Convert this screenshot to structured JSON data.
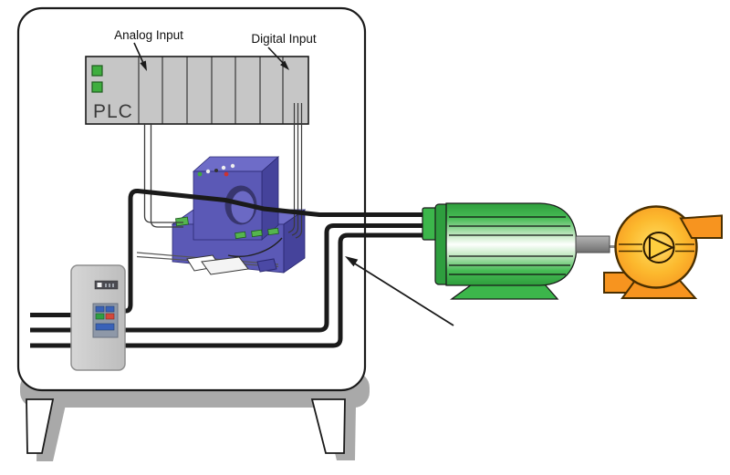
{
  "labels": {
    "analog_input": "Analog Input",
    "digital_input": "Digital Input",
    "plc": "PLC"
  },
  "components": {
    "cabinet": "control cabinet on legs",
    "plc_rack": "PLC rack with 8 slots",
    "current_sensor": "blue current transducer with through-ring",
    "drive": "gray motor starter / drive with keypad",
    "motor": "green electric motor",
    "pump": "orange centrifugal pump with impeller symbol",
    "cables": "three-phase power cables from starter to motor, one phase passing through sensor ring",
    "annotation_arrow": "arrow pointing at motor power cable"
  },
  "colors": {
    "outline_black": "#1a1a1a",
    "shadow_gray": "#a9a9a9",
    "plc_rack_gray": "#c6c6c6",
    "led_green": "#3fae3f",
    "sensor_blue": "#5b59b6",
    "sensor_blue_dark": "#45439b",
    "sensor_blue_light": "#6e6cc8",
    "sensor_hole_dark": "#38366f",
    "drive_gray": "#c9c9c9",
    "keypad_gray": "#8e98a8",
    "motor_green": "#3cb64b",
    "motor_green_dark": "#2e9e3e",
    "pump_orange": "#f7941f",
    "pump_yellow": "#ffe063",
    "shaft_gray": "#8c8c8c",
    "wire_black": "#1a1a1a"
  }
}
